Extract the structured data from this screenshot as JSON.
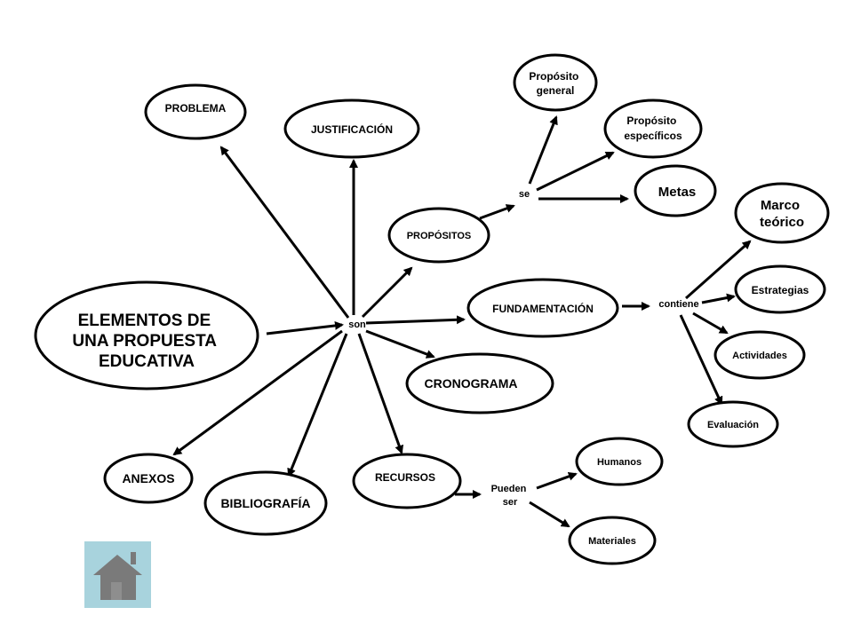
{
  "colors": {
    "line": "#000000",
    "node_fill": "#ffffff",
    "home_bg": "#a8d3dd",
    "home_icon": "#7a7a7a"
  },
  "nodes": {
    "main": [
      "ELEMENTOS DE",
      "UNA PROPUESTA",
      "EDUCATIVA"
    ],
    "problema": [
      "PROBLEMA"
    ],
    "justificacion": [
      "JUSTIFICACIÓN"
    ],
    "propositos": [
      "PROPÓSITOS"
    ],
    "proposito_general": [
      "Propósito",
      "general"
    ],
    "proposito_especificos": [
      "Propósito",
      "específicos"
    ],
    "metas": [
      "Metas"
    ],
    "fundamentacion": [
      "FUNDAMENTACIÓN"
    ],
    "marco_teorico": [
      "Marco",
      "teórico"
    ],
    "estrategias": [
      "Estrategias"
    ],
    "actividades": [
      "Actividades"
    ],
    "evaluacion": [
      "Evaluación"
    ],
    "cronograma": [
      "CRONOGRAMA"
    ],
    "recursos": [
      "RECURSOS"
    ],
    "humanos": [
      "Humanos"
    ],
    "materiales": [
      "Materiales"
    ],
    "bibliografia": [
      "BIBLIOGRAFÍA"
    ],
    "anexos": [
      "ANEXOS"
    ]
  },
  "connectors": {
    "son": [
      "son"
    ],
    "se": [
      "se"
    ],
    "contiene": [
      "contiene"
    ],
    "pueden_ser": [
      "Pueden",
      "ser"
    ]
  },
  "home_icon": "home-icon"
}
